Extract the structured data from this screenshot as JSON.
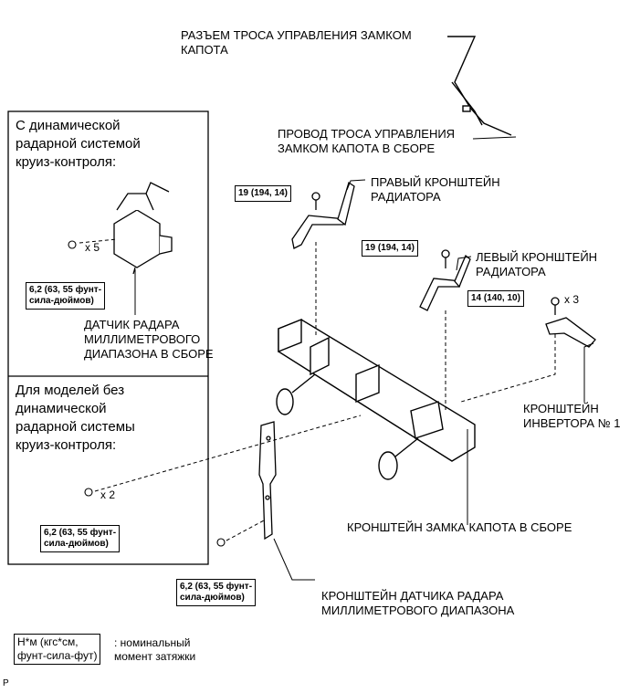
{
  "labels": {
    "hood_lock_cable_connector": "РАЗЪЕМ ТРОСА УПРАВЛЕНИЯ ЗАМКОМ\nКАПОТА",
    "hood_lock_cable_wire": "ПРОВОД ТРОСА УПРАВЛЕНИЯ\nЗАМКОМ КАПОТА В СБОРЕ",
    "right_radiator_bracket": "ПРАВЫЙ КРОНШТЕЙН\nРАДИАТОРА",
    "left_radiator_bracket": "ЛЕВЫЙ КРОНШТЕЙН\nРАДИАТОРА",
    "inverter_bracket": "КРОНШТЕЙН\nИНВЕРТОРА № 1",
    "hood_lock_bracket": "КРОНШТЕЙН ЗАМКА КАПОТА В СБОРЕ",
    "radar_sensor_bracket": "КРОНШТЕЙН ДАТЧИКА РАДАРА\nМИЛЛИМЕТРОВОГО ДИАПАЗОНА",
    "radar_sensor_assembly": "ДАТЧИК РАДАРА\nМИЛЛИМЕТРОВОГО\nДИАПАЗОНА В СБОРЕ"
  },
  "panels": {
    "with_cruise": "С динамической\nрадарной системой\nкруиз-контроля:",
    "without_cruise": "Для моделей без\nдинамической\nрадарной системы\nкруиз-контроля:"
  },
  "torques": {
    "right_bracket": "19 (194, 14)",
    "left_bracket": "19 (194, 14)",
    "inverter": "14 (140, 10)",
    "sensor_with": "6,2 (63, 55 фунт-\nсила-дюймов)",
    "sensor_without": "6,2 (63, 55 фунт-\nсила-дюймов)",
    "bracket_bottom": "6,2 (63, 55 фунт-\nсила-дюймов)"
  },
  "multipliers": {
    "sensor_with": "x 5",
    "inverter": "x 3",
    "sensor_without": "x 2"
  },
  "legend": {
    "box": "Н*м (кгс*см,\nфунт-сила-фут)",
    "text": ": номинальный\nмомент затяжки"
  },
  "figure_code": "P"
}
